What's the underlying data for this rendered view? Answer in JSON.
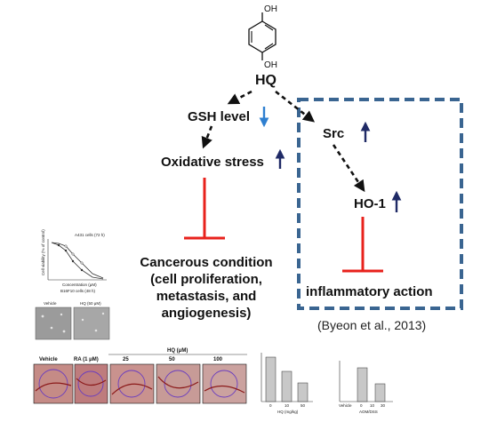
{
  "molecule": {
    "oh_top": "OH",
    "oh_bottom": "OH"
  },
  "nodes": {
    "hq": "HQ",
    "gsh": "GSH level",
    "oxidative": "Oxidative stress",
    "src": "Src",
    "ho1": "HO-1",
    "cancer": [
      "Cancerous condition",
      "(cell proliferation,",
      "metastasis, and",
      "angiogenesis)"
    ],
    "inflammatory": "inflammatory action"
  },
  "citation": "(Byeon et al., 2013)",
  "colors": {
    "arrow_black": "#111111",
    "arrow_blue_down": "#2e7fd0",
    "arrow_navy_up": "#1f2a66",
    "inhibit_red": "#e8221c",
    "dashed_box": "#3a6591"
  },
  "thumbs": {
    "line_plot_title": "A431 cells (72 h)",
    "line_plot_xlabel": "Concentration (μM)",
    "line_plot_ylabel": "Cell viability (% of control)",
    "micro_title": "B16F10 cells (48 h)",
    "micro_left": "Vehicle",
    "micro_right": "HQ (50 μM)",
    "strip_labels": [
      "Vehicle",
      "RA (1 μM)",
      "25",
      "50",
      "100"
    ],
    "strip_header": "HQ (μM)",
    "bar1_categories": [
      "0",
      "10",
      "50"
    ],
    "bar1_values": [
      100,
      68,
      42
    ],
    "bar1_xlabel": "HQ (mg/kg)",
    "bar2_categories": [
      "Vehicle",
      "0",
      "10",
      "30"
    ],
    "bar2_values": [
      0,
      62,
      30
    ],
    "bar2_xlabel": "AOM/DSS"
  }
}
